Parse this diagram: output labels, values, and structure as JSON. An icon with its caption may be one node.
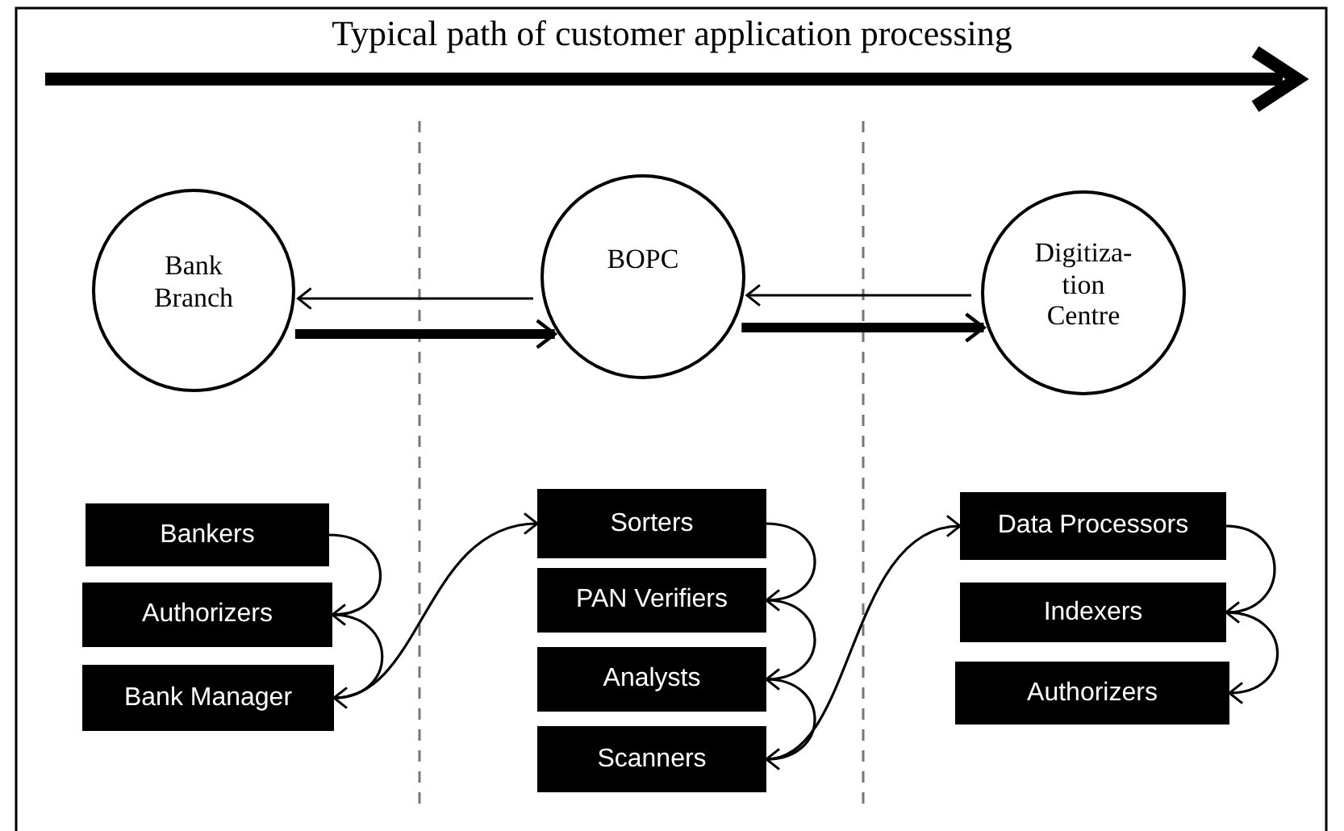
{
  "diagram": {
    "title": "Typical path of customer application processing",
    "nodes": [
      {
        "text": [
          "Bank Branch"
        ]
      },
      {
        "text": [
          "BOPC"
        ]
      },
      {
        "text": [
          "Digitiza- tion Centre"
        ]
      },
      {
        "text": [
          "Bankers"
        ]
      },
      {
        "text": [
          "Authorizers"
        ]
      },
      {
        "text": [
          "Bank Manager"
        ]
      },
      {
        "text": [
          "Sorters"
        ]
      },
      {
        "text": [
          "PAN Verifiers"
        ]
      },
      {
        "text": [
          "Analysts"
        ]
      },
      {
        "text": [
          "Scanners"
        ]
      },
      {
        "text": [
          "Data Processors"
        ]
      },
      {
        "text": [
          "Indexers"
        ]
      },
      {
        "text": [
          "Authorizers"
        ]
      }
    ],
    "edges": [
      {
        "from": 1,
        "to": 0,
        "arrow": "to"
      },
      {
        "from": 0,
        "to": 1,
        "arrow": "to",
        "style": "thick"
      },
      {
        "from": 2,
        "to": 1,
        "arrow": "to"
      },
      {
        "from": 1,
        "to": 2,
        "arrow": "to",
        "style": "thick"
      },
      {
        "from": 3,
        "to": 4,
        "arrow": "to"
      },
      {
        "from": 4,
        "to": 5,
        "arrow": "to"
      },
      {
        "from": 5,
        "to": 6,
        "arrow": "to"
      },
      {
        "from": 6,
        "to": 7,
        "arrow": "to"
      },
      {
        "from": 7,
        "to": 8,
        "arrow": "to"
      },
      {
        "from": 8,
        "to": 9,
        "arrow": "to"
      },
      {
        "from": 9,
        "to": 10,
        "arrow": "to"
      },
      {
        "from": 10,
        "to": 11,
        "arrow": "to"
      },
      {
        "from": 11,
        "to": 12,
        "arrow": "to"
      }
    ]
  }
}
